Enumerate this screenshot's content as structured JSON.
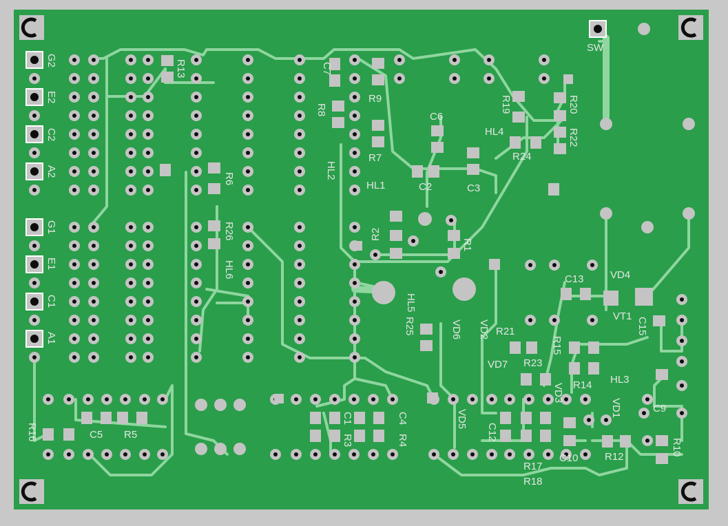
{
  "board": {
    "colors": {
      "background": "#c8c8c8",
      "substrate": "#2a9e4a",
      "trace": "#8fd6a0",
      "pad": "#c4c4c4",
      "silk": "#e6e6e6"
    }
  },
  "connectors": {
    "left_upper": [
      "G2",
      "E2",
      "C2",
      "A2"
    ],
    "left_lower": [
      "G1",
      "E1",
      "C1",
      "A1"
    ],
    "switch": "SW"
  },
  "labels": {
    "R13": "R13",
    "C7": "C7",
    "R9": "R9",
    "R8": "R8",
    "R7": "R7",
    "HL2": "HL2",
    "HL1": "HL1",
    "C6": "C6",
    "C2": "C2",
    "C3": "C3",
    "R19": "R19",
    "R20": "R20",
    "HL4": "HL4",
    "R22": "R22",
    "R24": "R24",
    "R6": "R6",
    "R26": "R26",
    "HL6": "HL6",
    "R2": "R2",
    "R1": "R1",
    "C13": "C13",
    "VD4": "VD4",
    "HL5": "HL5",
    "R25": "R25",
    "VD6": "VD6",
    "VD2": "VD2",
    "R21": "R21",
    "VT1": "VT1",
    "C15": "C15",
    "R15": "R15",
    "VD7": "VD7",
    "R23": "R23",
    "HL3": "HL3",
    "R14": "R14",
    "VD3": "VD3",
    "VD1": "VD1",
    "C9": "C9",
    "VD5": "VD5",
    "C12": "C12",
    "C10": "C10",
    "R12": "R12",
    "R10": "R10",
    "R17": "R17",
    "R18": "R18",
    "R16": "R16",
    "C5": "C5",
    "R5": "R5",
    "C1": "C1",
    "R3": "R3",
    "C4": "C4",
    "R4": "R4"
  }
}
